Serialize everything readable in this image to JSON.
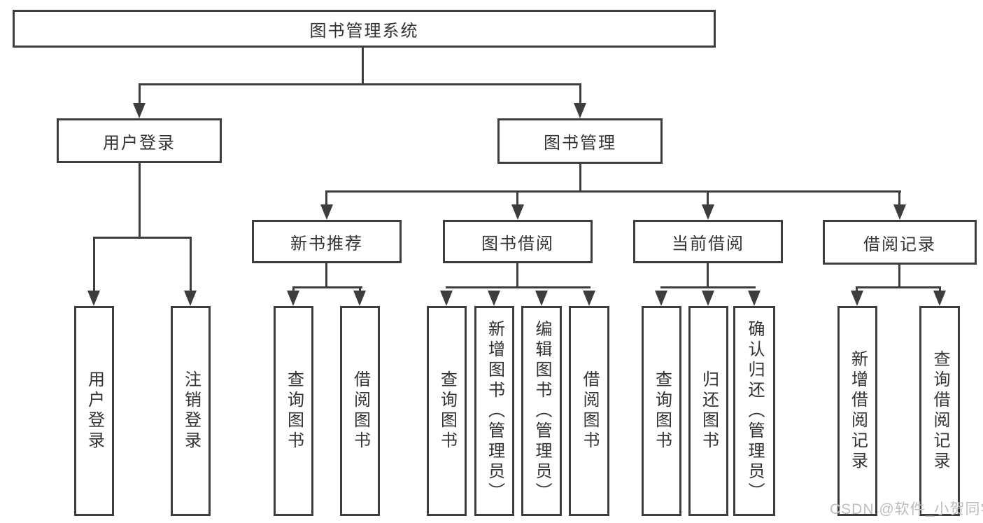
{
  "colors": {
    "background": "#ffffff",
    "line": "#3d3d3d",
    "text": "#333333",
    "watermark": "#bdbdbd"
  },
  "tree": {
    "root": {
      "label": "图书管理系统"
    },
    "branches": [
      {
        "label": "用户登录",
        "children": [
          {
            "label": "用户登录"
          },
          {
            "label": "注销登录"
          }
        ]
      },
      {
        "label": "图书管理",
        "children": [
          {
            "label": "新书推荐",
            "children": [
              {
                "label": "查询图书"
              },
              {
                "label": "借阅图书"
              }
            ]
          },
          {
            "label": "图书借阅",
            "children": [
              {
                "label": "查询图书"
              },
              {
                "label": "新增图书（管理员）"
              },
              {
                "label": "编辑图书（管理员）"
              },
              {
                "label": "借阅图书"
              }
            ]
          },
          {
            "label": "当前借阅",
            "children": [
              {
                "label": "查询图书"
              },
              {
                "label": "归还图书"
              },
              {
                "label": "确认归还（管理员）"
              }
            ]
          },
          {
            "label": "借阅记录",
            "children": [
              {
                "label": "新增借阅记录"
              },
              {
                "label": "查询借阅记录"
              }
            ]
          }
        ]
      }
    ]
  },
  "watermark": {
    "text": "CSDN @软件_小贺同学"
  }
}
